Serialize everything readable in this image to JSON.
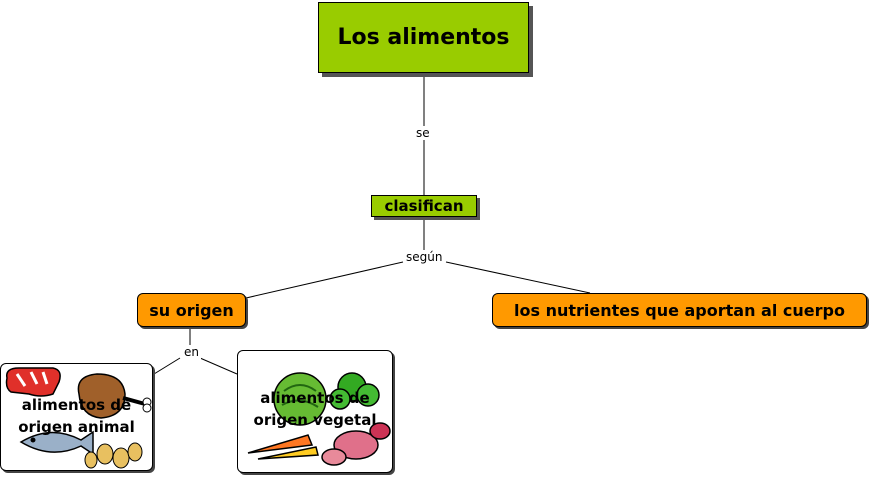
{
  "title": "Los alimentos",
  "nodes": {
    "clasifican": "clasifican",
    "su_origen": "su origen",
    "nutrientes": "los nutrientes que aportan al cuerpo",
    "animal_line1": "alimentos de",
    "animal_line2": "origen animal",
    "vegetal_line1": "alimentos de",
    "vegetal_line2": "origen vegetal"
  },
  "links": {
    "se": "se",
    "segun": "según",
    "en": "en"
  },
  "colors": {
    "green_node": "#99cc00",
    "orange_node": "#ff9900",
    "line": "#000000"
  },
  "icons": [
    "meat-icon",
    "chicken-icon",
    "fish-icon",
    "eggs-icon",
    "cabbage-icon",
    "carrot-icon",
    "broccoli-icon",
    "potato-icon"
  ]
}
